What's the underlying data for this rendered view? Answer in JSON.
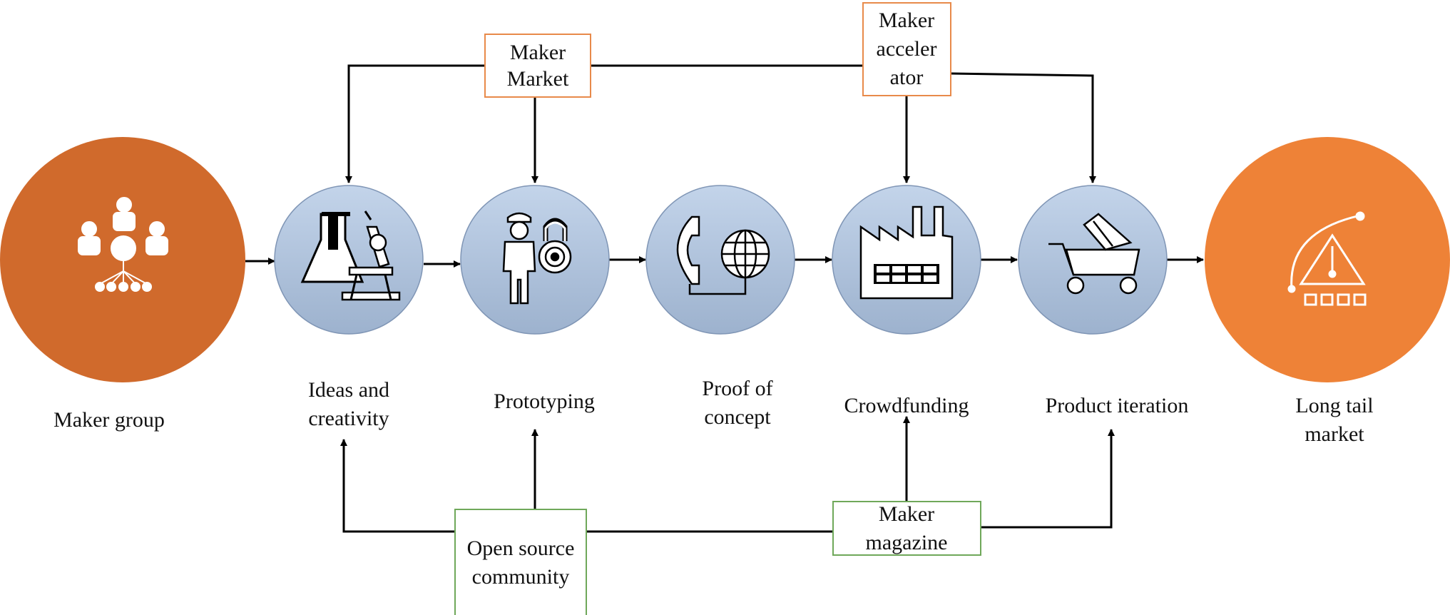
{
  "colors": {
    "maker_group": "#D06A2C",
    "long_tail": "#EE8237",
    "step_circle": "#A9BDD6",
    "top_box_border": "#E88A4A",
    "bottom_box_border": "#6FA85A",
    "line": "#000000"
  },
  "stages": {
    "maker_group": {
      "label": "Maker group",
      "icon": "people-network-icon"
    },
    "ideas": {
      "label_line1": "Ideas and",
      "label_line2": "creativity",
      "icon": "lab-flask-microscope-icon"
    },
    "prototyping": {
      "label": "Prototyping",
      "icon": "officer-lock-icon"
    },
    "proof": {
      "label_line1": "Proof of",
      "label_line2": "concept",
      "icon": "phone-globe-icon"
    },
    "crowdfunding": {
      "label": "Crowdfunding",
      "icon": "factory-icon"
    },
    "iteration": {
      "label": "Product iteration",
      "icon": "shopping-cart-icon"
    },
    "long_tail": {
      "label_line1": "Long tail",
      "label_line2": "market",
      "icon": "gauge-meter-icon"
    }
  },
  "support": {
    "maker_market": {
      "line1": "Maker",
      "line2": "Market"
    },
    "maker_accelerator": {
      "line1": "Maker",
      "line2": "acceler",
      "line3": "ator"
    },
    "open_source": {
      "line1": "Open source",
      "line2": "community"
    },
    "maker_magazine": {
      "line1": "Maker",
      "line2": "magazine"
    }
  }
}
